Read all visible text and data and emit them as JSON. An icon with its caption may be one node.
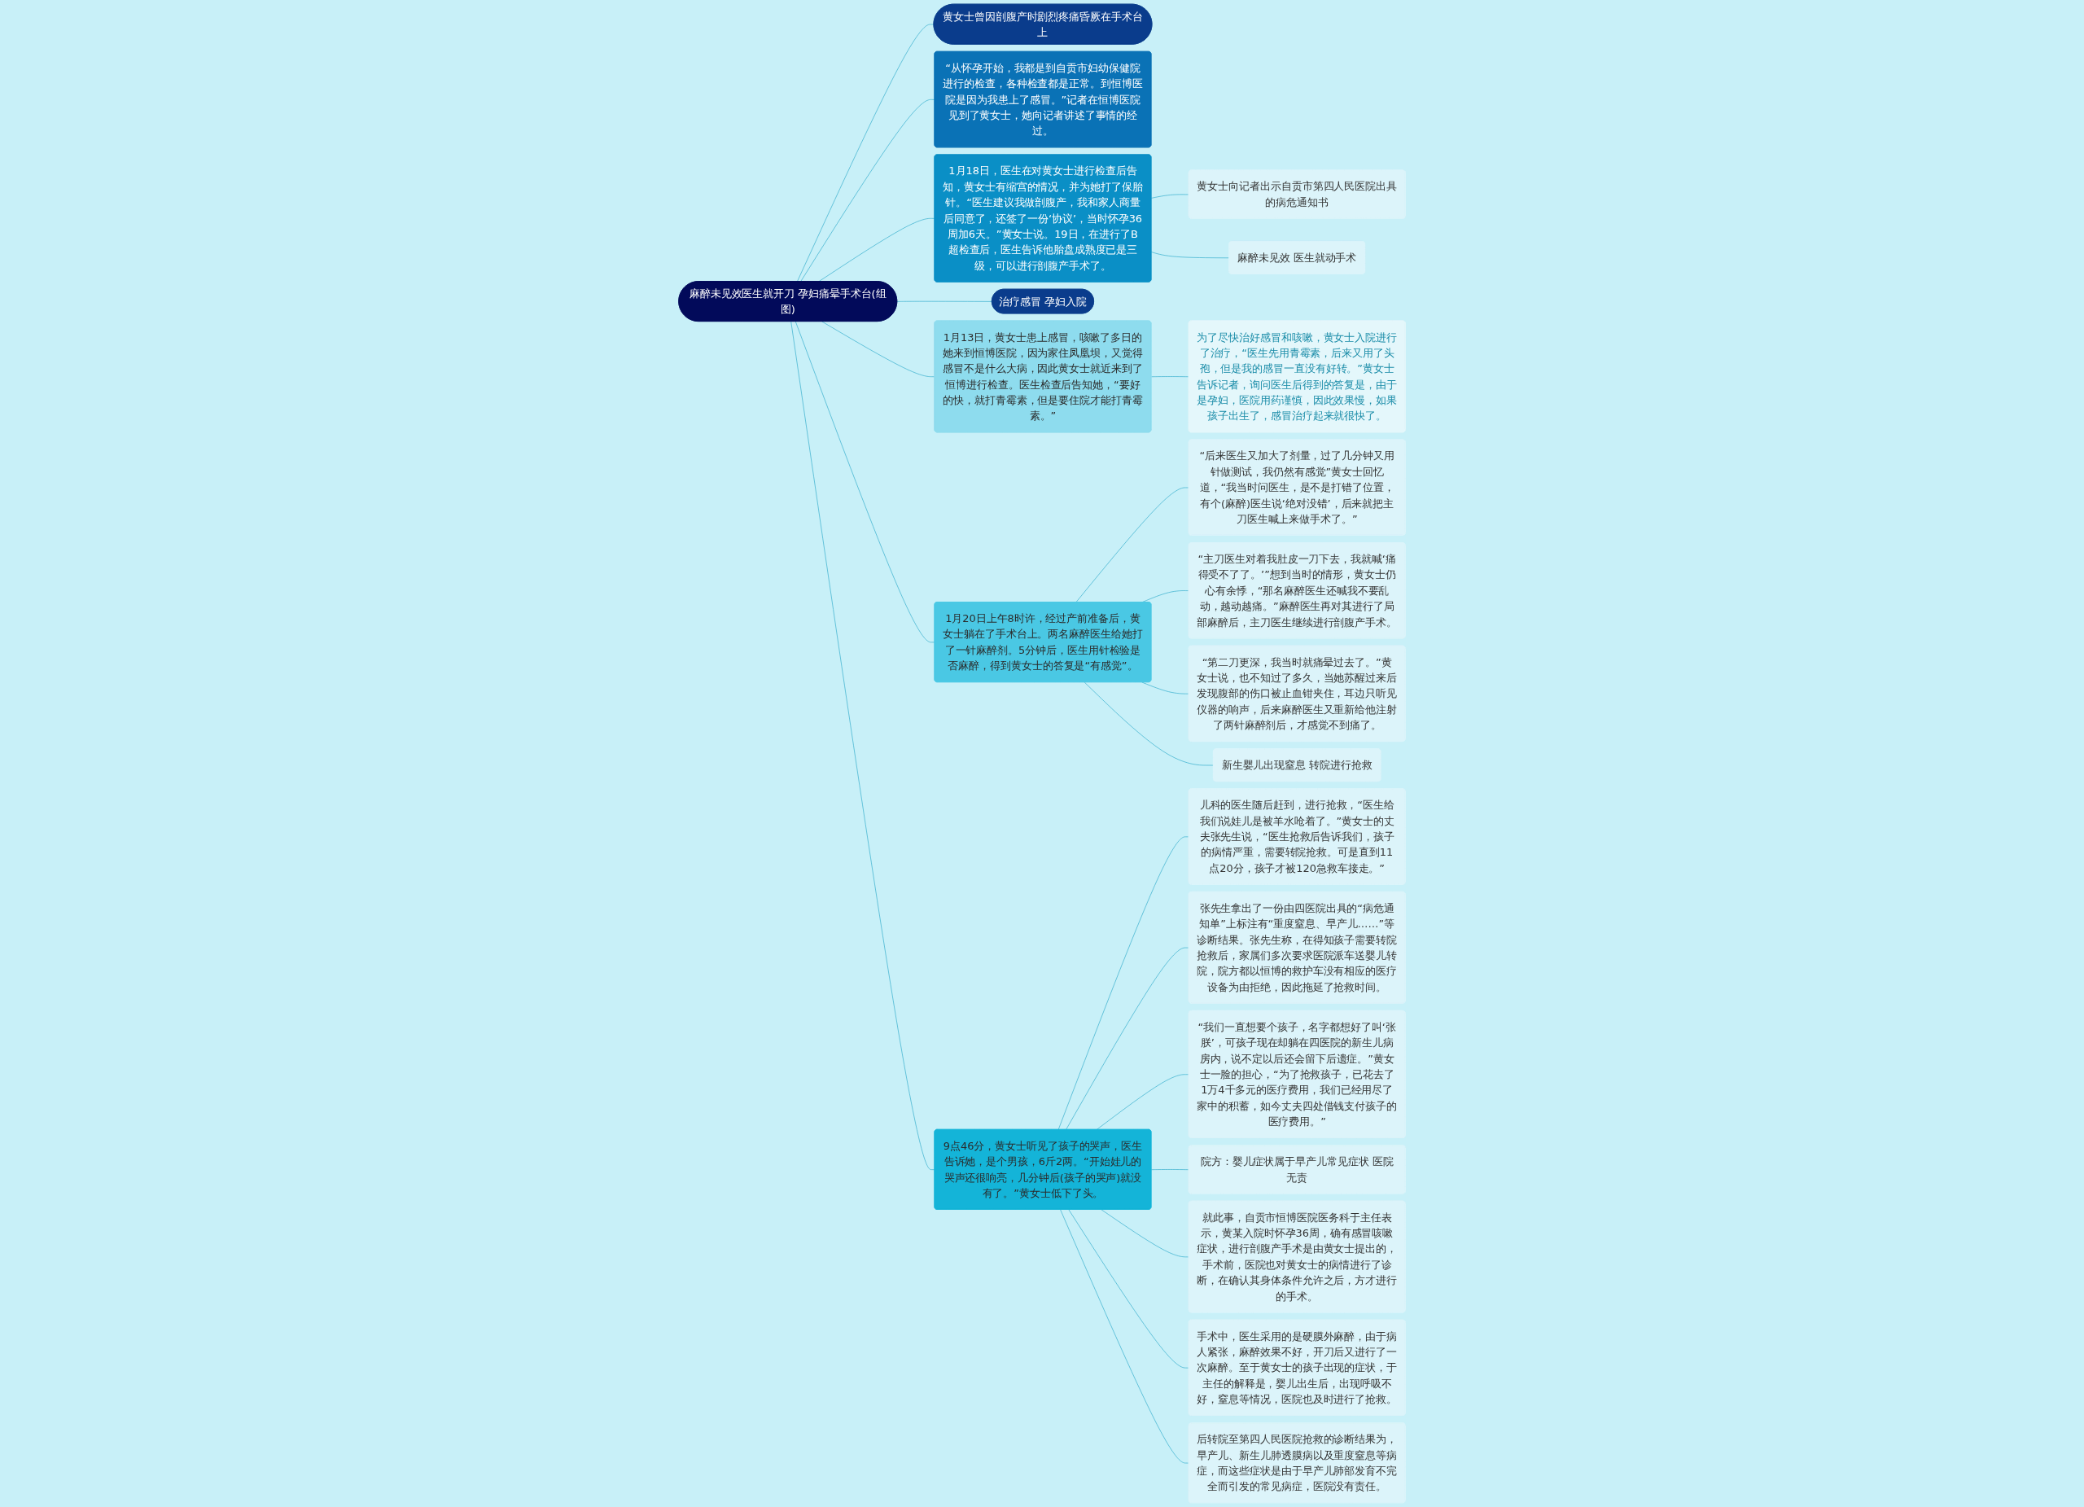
{
  "diagram": {
    "nodes": [
      {
        "text": [
          "麻醉未见效医生就开刀 孕妇痛晕手术台(组图)"
        ]
      },
      {
        "text": [
          "黄女士曾因剖腹产时剧烈疼痛昏厥在手术台上"
        ]
      },
      {
        "text": [
          "“从怀孕开始，我都是到自贡市妇幼保健院进行的检查，各种检查都是正常。到恒博医院是因为我患上了感冒。”记者在恒博医院见到了黄女士，她向记者讲述了事情的经过。"
        ]
      },
      {
        "text": [
          "1月18日，医生在对黄女士进行检查后告知，黄女士有缩宫的情况，并为她打了保胎针。“医生建议我做剖腹产，我和家人商量后同意了，还签了一份‘协议’，当时怀孕36周加6天。”黄女士说。19日，在进行了B超检查后，医生告诉他胎盘成熟度已是三级，可以进行剖腹产手术了。"
        ]
      },
      {
        "text": [
          "黄女士向记者出示自贡市第四人民医院出具的病危通知书"
        ]
      },
      {
        "text": [
          "麻醉未见效 医生就动手术"
        ]
      },
      {
        "text": [
          "治疗感冒 孕妇入院"
        ]
      },
      {
        "text": [
          "1月13日，黄女士患上感冒，咳嗽了多日的她来到恒博医院，因为家住凤凰坝，又觉得感冒不是什么大病，因此黄女士就近来到了恒博进行检查。医生检查后告知她，“要好的快，就打青霉素，但是要住院才能打青霉素。”"
        ]
      },
      {
        "text": [
          "为了尽快治好感冒和咳嗽，黄女士入院进行了治疗，“医生先用青霉素，后来又用了头孢，但是我的感冒一直没有好转。”黄女士告诉记者，询问医生后得到的答复是，由于是孕妇，医院用药谨慎，因此效果慢，如果孩子出生了，感冒治疗起来就很快了。"
        ]
      },
      {
        "text": [
          "1月20日上午8时许，经过产前准备后，黄女士躺在了手术台上。两名麻醉医生给她打了一针麻醉剂。5分钟后，医生用针检验是否麻醉，得到黄女士的答复是“有感觉”。"
        ]
      },
      {
        "text": [
          "“后来医生又加大了剂量，过了几分钟又用针做测试，我仍然有感觉”黄女士回忆道，“我当时问医生，是不是打错了位置，有个(麻醉)医生说‘绝对没错’，后来就把主刀医生喊上来做手术了。”"
        ]
      },
      {
        "text": [
          "“主刀医生对着我肚皮一刀下去，我就喊‘痛得受不了了。’”想到当时的情形，黄女士仍心有余悸，“那名麻醉医生还喊我不要乱动，越动越痛。”麻醉医生再对其进行了局部麻醉后，主刀医生继续进行剖腹产手术。"
        ]
      },
      {
        "text": [
          "“第二刀更深，我当时就痛晕过去了。”黄女士说，也不知过了多久，当她苏醒过来后发现腹部的伤口被止血钳夹住，耳边只听见仪器的响声，后来麻醉医生又重新给他注射了两针麻醉剂后，才感觉不到痛了。"
        ]
      },
      {
        "text": [
          "新生婴儿出现窒息 转院进行抢救"
        ]
      },
      {
        "text": [
          "9点46分，黄女士听见了孩子的哭声，医生告诉她，是个男孩，6斤2两。“开始娃儿的哭声还很响亮，几分钟后(孩子的哭声)就没有了。”黄女士低下了头。"
        ]
      },
      {
        "text": [
          "儿科的医生随后赶到，进行抢救，“医生给我们说娃儿是被羊水呛着了。”黄女士的丈夫张先生说，“医生抢救后告诉我们，孩子的病情严重，需要转院抢救。可是直到11点20分，孩子才被120急救车接走。”"
        ]
      },
      {
        "text": [
          "张先生拿出了一份由四医院出具的“病危通知单”上标注有“重度窒息、早产儿……”等诊断结果。张先生称，在得知孩子需要转院抢救后，家属们多次要求医院派车送婴儿转院，院方都以恒博的救护车没有相应的医疗设备为由拒绝，因此拖延了抢救时间。"
        ]
      },
      {
        "text": [
          "“我们一直想要个孩子，名字都想好了叫‘张朕’，可孩子现在却躺在四医院的新生儿病房内，说不定以后还会留下后遗症。”黄女士一脸的担心，“为了抢救孩子，已花去了1万4千多元的医疗费用，我们已经用尽了家中的积蓄，如今丈夫四处借钱支付孩子的医疗费用。”"
        ]
      },
      {
        "text": [
          "院方：婴儿症状属于早产儿常见症状 医院无责"
        ]
      },
      {
        "text": [
          "就此事，自贡市恒博医院医务科于主任表示，黄某入院时怀孕36周，确有感冒咳嗽症状，进行剖腹产手术是由黄女士提出的，手术前，医院也对黄女士的病情进行了诊断，在确认其身体条件允许之后，方才进行的手术。"
        ]
      },
      {
        "text": [
          "手术中，医生采用的是硬膜外麻醉，由于病人紧张，麻醉效果不好，开刀后又进行了一次麻醉。至于黄女士的孩子出现的症状，于主任的解释是，婴儿出生后，出现呼吸不好，窒息等情况，医院也及时进行了抢救。"
        ]
      },
      {
        "text": [
          "后转院至第四人民医院抢救的诊断结果为，早产儿、新生儿肺透膜病以及重度窒息等病症，而这些症状是由于早产儿肺部发育不完全而引发的常见病症，医院没有责任。"
        ]
      }
    ],
    "edges": [
      {
        "from": 0,
        "to": 1,
        "arrow": "none"
      },
      {
        "from": 0,
        "to": 2,
        "arrow": "none"
      },
      {
        "from": 0,
        "to": 3,
        "arrow": "none"
      },
      {
        "from": 3,
        "to": 4,
        "arrow": "none"
      },
      {
        "from": 3,
        "to": 5,
        "arrow": "none"
      },
      {
        "from": 0,
        "to": 6,
        "arrow": "none"
      },
      {
        "from": 0,
        "to": 7,
        "arrow": "none"
      },
      {
        "from": 7,
        "to": 8,
        "arrow": "none"
      },
      {
        "from": 0,
        "to": 9,
        "arrow": "none"
      },
      {
        "from": 9,
        "to": 10,
        "arrow": "none"
      },
      {
        "from": 9,
        "to": 11,
        "arrow": "none"
      },
      {
        "from": 9,
        "to": 12,
        "arrow": "none"
      },
      {
        "from": 9,
        "to": 13,
        "arrow": "none"
      },
      {
        "from": 0,
        "to": 14,
        "arrow": "none"
      },
      {
        "from": 14,
        "to": 15,
        "arrow": "none"
      },
      {
        "from": 14,
        "to": 16,
        "arrow": "none"
      },
      {
        "from": 14,
        "to": 17,
        "arrow": "none"
      },
      {
        "from": 14,
        "to": 18,
        "arrow": "none"
      },
      {
        "from": 14,
        "to": 19,
        "arrow": "none"
      },
      {
        "from": 14,
        "to": 20,
        "arrow": "none"
      },
      {
        "from": 14,
        "to": 21,
        "arrow": "none"
      }
    ]
  }
}
